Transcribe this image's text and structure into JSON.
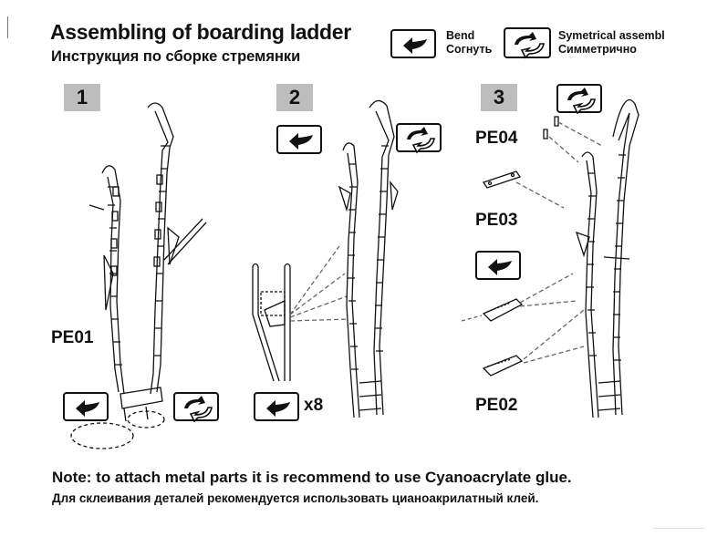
{
  "header": {
    "title": "Assembling of boarding ladder",
    "subtitle": "Инструкция по сборке стремянки"
  },
  "legend": {
    "bend_label_en": "Bend",
    "bend_label_ru": "Согнуть",
    "symmetric_label_en": "Symetrical assembl",
    "symmetric_label_ru": "Симметрично",
    "bend_icon": "bend-arrow-icon",
    "symmetric_icon": "rotate-arrows-icon"
  },
  "steps": [
    {
      "number": "1",
      "parts": [
        "PE01"
      ]
    },
    {
      "number": "2",
      "quantity": "x8"
    },
    {
      "number": "3",
      "parts": [
        "PE04",
        "PE03",
        "PE02"
      ]
    }
  ],
  "notes": {
    "english": "Note: to attach metal parts it is recommend to use Cyanoacrylate glue.",
    "russian": "Для склеивания деталей рекомендуется использовать цианоакрилатный клей."
  }
}
